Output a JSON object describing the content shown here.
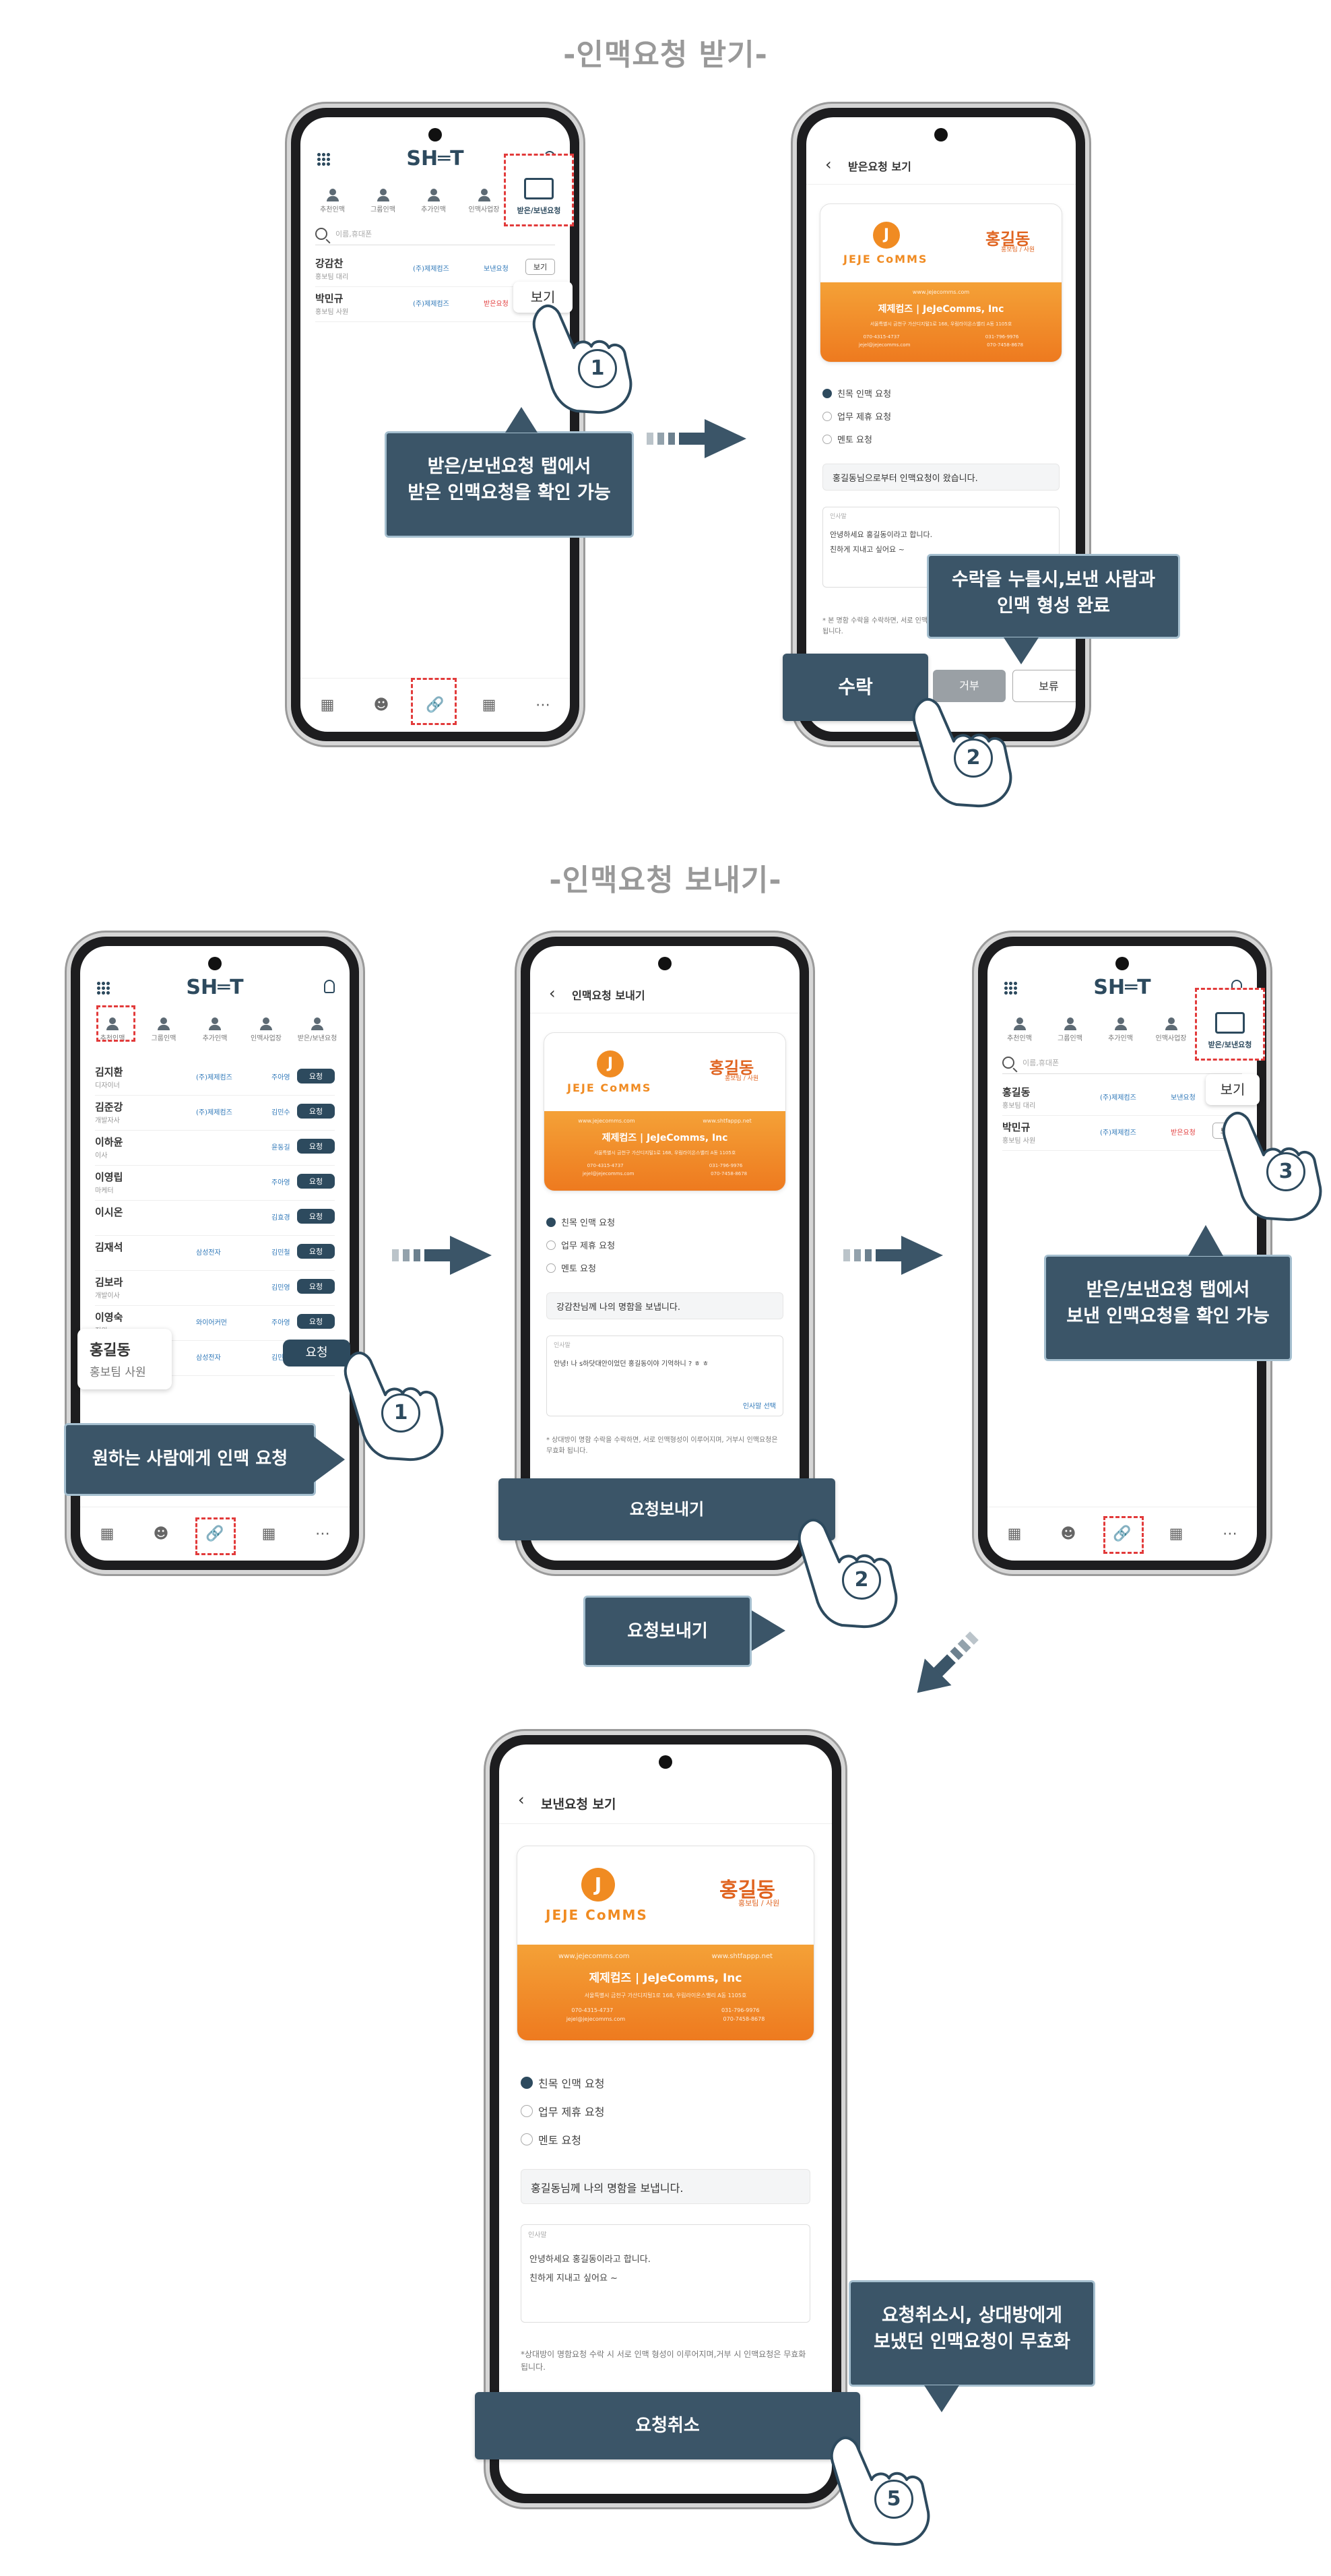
{
  "titles": {
    "receive": "-인맥요청 받기-",
    "send": "-인맥요청 보내기-"
  },
  "app": {
    "logo": "SH═T",
    "tabs": [
      "추천인맥",
      "그룹인맥",
      "추가인맥",
      "인맥사업장",
      "받은/보낸요청"
    ],
    "received_tab_label": "받은/보낸요청",
    "search_placeholder": "이름,휴대폰"
  },
  "screen1": {
    "rows": [
      {
        "name": "강감찬",
        "title": "홍보팀 대리",
        "company": "(주)제제컴즈",
        "status": "보낸요청",
        "button": "보기"
      },
      {
        "name": "박민규",
        "title": "홍보팀 사원",
        "company": "(주)제제컴즈",
        "status": "받은요청",
        "button": "보기"
      }
    ],
    "zoom_button": "보기"
  },
  "card": {
    "logo_letter": "J",
    "brand": "JEJE CoMMS",
    "name": "홍길동",
    "role": "홍보팀 / 사원",
    "website1": "www.jejecomms.com",
    "website2": "www.shtfappp.net",
    "company_line": "제제컴즈 | JeJeComms, Inc",
    "address": "서울특별시 금천구 가산디지털1로 168, 우림라이온스밸리 A동 1105호",
    "phone1": "070-4315-4737",
    "phone2": "031-796-9976",
    "email": "jejel@jejecomms.com",
    "fax": "070-7458-8678"
  },
  "received": {
    "header": "받은요청 보기",
    "options": [
      "친목 인맥 요청",
      "업무 제휴 요청",
      "멘토 요청"
    ],
    "message": "홍길동님으로부터 인맥요청이 왔습니다.",
    "memo_label": "인사말",
    "memo_lines": [
      "안녕하세요 홍길동이라고 합니다.",
      "친하게 지내고 싶어요 ~"
    ],
    "note": "* 본 명함 수락을 수락하면, 서로 인맥형성이 이루어지며, 거부 시 인맥요청은 무효화 됩니다.",
    "accept": "수락",
    "reject": "거부",
    "hold": "보류"
  },
  "callouts": {
    "c1": [
      "받은/보낸요청 탭에서",
      "받은 인맥요청을 확인 가능"
    ],
    "c2": [
      "수락을 누를시,보낸 사람과",
      "인맥 형성 완료"
    ],
    "c3": [
      "원하는 사람에게 인맥 요청"
    ],
    "c4": [
      "요청보내기"
    ],
    "c5": [
      "받은/보낸요청 탭에서",
      "보낸 인맥요청을 확인 가능"
    ],
    "c6": [
      "요청취소시, 상대방에게",
      "보냈던 인맥요청이 무효화"
    ]
  },
  "list2": {
    "rows": [
      {
        "name": "김지환",
        "title": "디자이너",
        "company": "(주)제제컴즈",
        "person": "주아영",
        "button": "요청"
      },
      {
        "name": "김준강",
        "title": "개발자사",
        "company": "(주)제제컴즈",
        "person": "김민수",
        "button": "요청"
      },
      {
        "name": "이하윤",
        "title": "이사",
        "company": "",
        "person": "윤동길",
        "button": "요청"
      },
      {
        "name": "이영립",
        "title": "마케터",
        "company": "",
        "person": "주아영",
        "button": "요청"
      },
      {
        "name": "이시온",
        "title": "",
        "company": "",
        "person": "김효경",
        "button": "요청"
      },
      {
        "name": "김재석",
        "title": "",
        "company": "삼성전자",
        "person": "김민철",
        "button": "요청"
      },
      {
        "name": "김보라",
        "title": "개발이사",
        "company": "",
        "person": "김민영",
        "button": "요청"
      },
      {
        "name": "이영숙",
        "title": "직원",
        "company": "와이어커먼",
        "person": "주아영",
        "button": "요청"
      },
      {
        "name": "홍길동",
        "title": "",
        "company": "삼성전자",
        "person": "김민철",
        "button": "요청"
      }
    ],
    "tooltip_name": "홍길동",
    "tooltip_title": "홍보팀 사원",
    "zoom_button": "요청"
  },
  "send": {
    "header": "인맥요청 보내기",
    "options": [
      "친목 인맥 요청",
      "업무 제휴 요청",
      "멘토 요청"
    ],
    "message": "강감찬님께 나의 명함을 보냅니다.",
    "memo_label": "인사말",
    "memo_text": "안녕! 나 s하닷대안이었던 홍길동이야 기억하니 ? ㅎ ㅎ",
    "memo_link": "인사말 선택",
    "note": "* 상대방이 명함 수락을 수락하면, 서로 인맥형성이 이루어지며, 거부시 인맥요청은 무효화 됩니다.",
    "button": "요청보내기"
  },
  "screen5": {
    "rows": [
      {
        "name": "홍길동",
        "title": "홍보팀 대리",
        "company": "(주)제제컴즈",
        "status": "보낸요청",
        "button": "보기"
      },
      {
        "name": "박민규",
        "title": "홍보팀 사원",
        "company": "(주)제제컴즈",
        "status": "받은요청",
        "button": "보기"
      }
    ],
    "zoom_button": "보기"
  },
  "sent": {
    "header": "보낸요청 보기",
    "options": [
      "친목 인맥 요청",
      "업무 제휴 요청",
      "멘토 요청"
    ],
    "message": "홍길동님께 나의 명함을 보냅니다.",
    "memo_label": "인사말",
    "memo_lines": [
      "안녕하세요 홍길동이라고 합니다.",
      "친하게 지내고 싶어요 ~"
    ],
    "note": "*상대방이 명함요청 수락 시 서로 인맥 형성이 이루어지며,거부 시 인맥요청은 무효화됩니다.",
    "button": "요청취소"
  },
  "steps": [
    "1",
    "2",
    "1",
    "2",
    "3",
    "5"
  ],
  "colors": {
    "navy": "#3b5568",
    "orange": "#f08b22",
    "highlight": "#e23b3b"
  }
}
